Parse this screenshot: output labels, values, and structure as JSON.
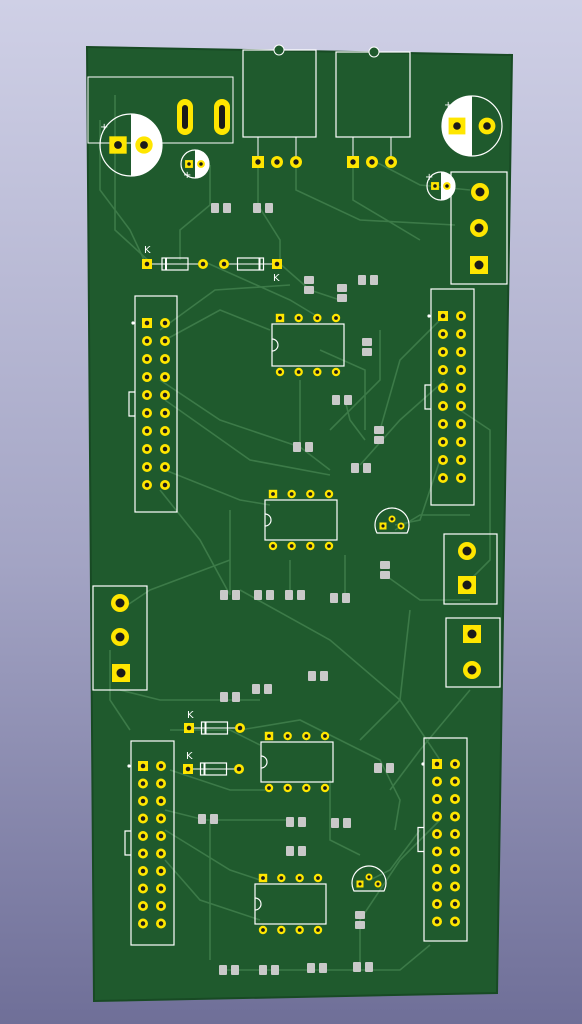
{
  "viewer": {
    "background_top": "#cfd0e6",
    "background_bottom": "#6f6f98"
  },
  "board": {
    "soldermask_color": "#1f5a2d",
    "trace_color": "#3c7a48",
    "pad_color": "#ffe600",
    "smd_pad_color": "#c9c9c9",
    "silkscreen_color": "#ffffff",
    "diode_cathode_label": "K",
    "polarity_mark": "+",
    "components": {
      "dip8_ics": 4,
      "idc_headers_2x10": 4,
      "screw_terminals": 4,
      "diodes": 4,
      "electrolytic_capacitors": 4,
      "to92_transistors": 2,
      "to220_regulators": 2
    }
  }
}
